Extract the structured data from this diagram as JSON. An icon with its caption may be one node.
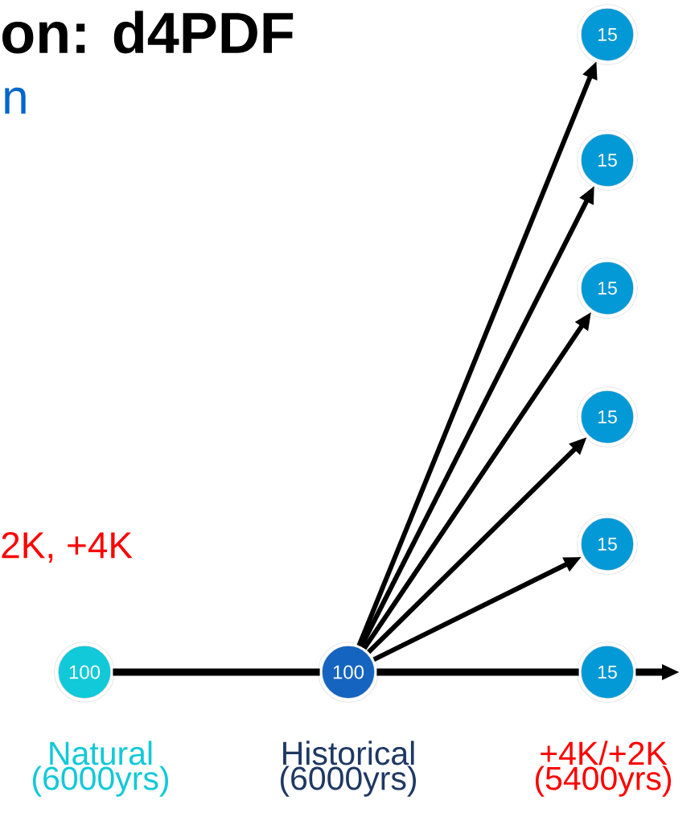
{
  "diagram": {
    "nodes": [
      {
        "text": [
          "100"
        ],
        "beside": [
          "Natural (6000yrs)"
        ]
      },
      {
        "text": [
          "100"
        ],
        "beside": [
          "Historical (6000yrs)"
        ]
      },
      {
        "text": [
          "15"
        ]
      },
      {
        "text": [
          "15"
        ]
      },
      {
        "text": [
          "15"
        ]
      },
      {
        "text": [
          "15"
        ]
      },
      {
        "text": [
          "15"
        ]
      },
      {
        "text": [
          "15"
        ],
        "beside": [
          "+4K/+2K (5400yrs)"
        ]
      }
    ],
    "edges": [
      {
        "from": 0,
        "to": 1,
        "arrow": "none"
      },
      {
        "from": 1,
        "to": 2,
        "arrow": "to"
      },
      {
        "from": 1,
        "to": 3,
        "arrow": "to"
      },
      {
        "from": 1,
        "to": 4,
        "arrow": "to"
      },
      {
        "from": 1,
        "to": 5,
        "arrow": "to"
      },
      {
        "from": 1,
        "to": 6,
        "arrow": "to"
      },
      {
        "from": 1,
        "to": 7,
        "arrow": "none"
      },
      {
        "from": 7,
        "to": null,
        "arrow": "to"
      }
    ],
    "labels": [
      "on: d4PDF",
      "n",
      "2K, +4K"
    ]
  }
}
